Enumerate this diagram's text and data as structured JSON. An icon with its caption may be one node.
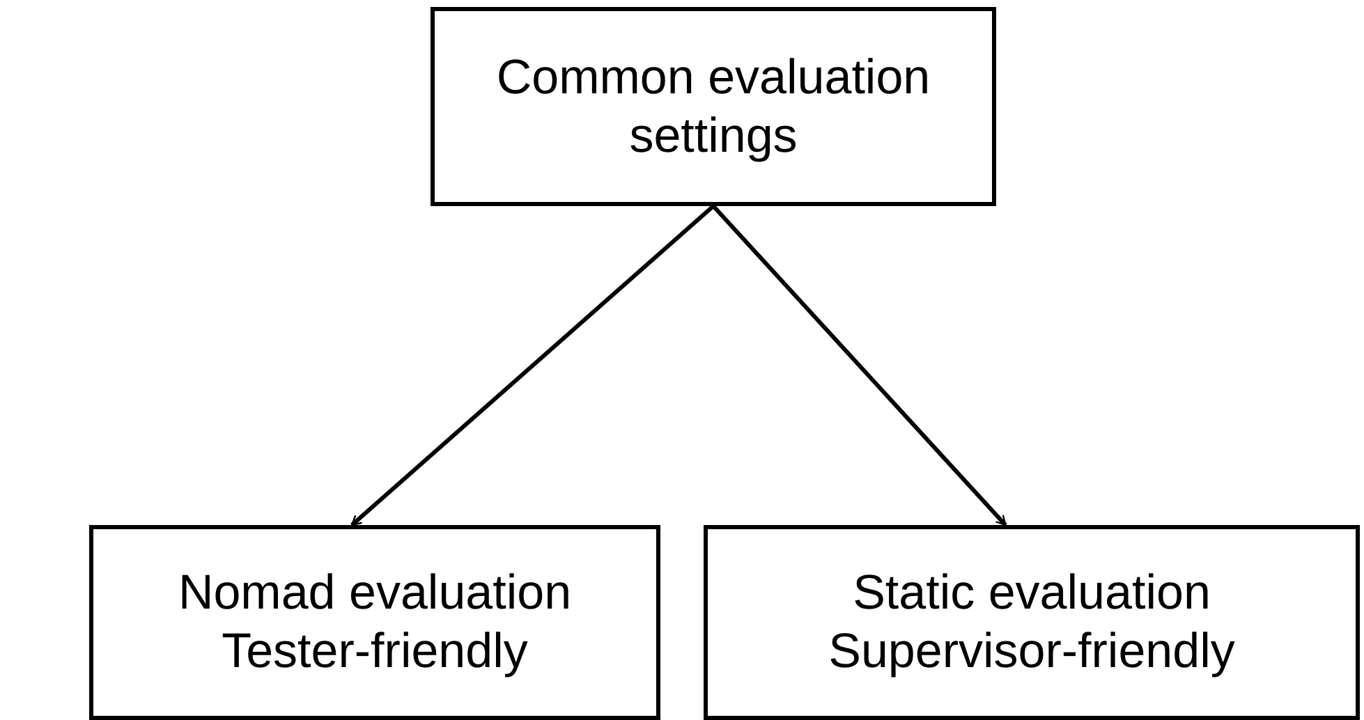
{
  "diagram": {
    "nodes": [
      {
        "text": [
          "Common evaluation settings"
        ]
      },
      {
        "text": [
          "Nomad evaluation",
          "Tester-friendly"
        ]
      },
      {
        "text": [
          "Static evaluation",
          "Supervisor-friendly"
        ]
      }
    ],
    "edges": [
      {
        "from": 0,
        "to": 1,
        "arrow": "to"
      },
      {
        "from": 0,
        "to": 2,
        "arrow": "to"
      }
    ]
  }
}
